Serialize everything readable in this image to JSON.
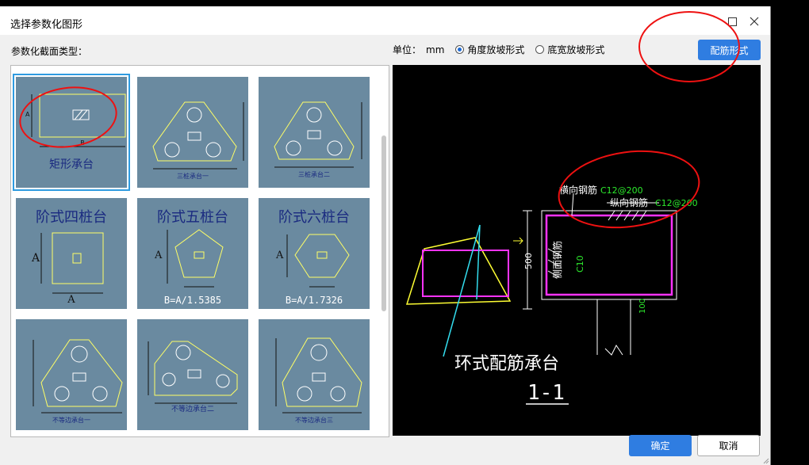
{
  "dialog": {
    "title": "选择参数化图形",
    "section_label": "参数化截面类型：",
    "unit_label": "单位：",
    "unit_value": "mm",
    "options": [
      {
        "label": "角度放坡形式",
        "selected": true
      },
      {
        "label": "底宽放坡形式",
        "selected": false
      }
    ],
    "rebar_button": "配筋形式",
    "ok_button": "确定",
    "cancel_button": "取消"
  },
  "gallery": {
    "items": [
      {
        "label": "矩形承台",
        "selected": true
      },
      {
        "label": "三桩承台一"
      },
      {
        "label": "三桩承台二"
      },
      {
        "label": "阶式四桩台",
        "formula": "A"
      },
      {
        "label": "阶式五桩台",
        "formula": "B=A/1.5385"
      },
      {
        "label": "阶式六桩台",
        "formula": "B=A/1.7326"
      },
      {
        "label": "不等边承台一"
      },
      {
        "label": "不等边承台二"
      },
      {
        "label": "不等边承台三"
      }
    ]
  },
  "preview": {
    "title": "环式配筋承台",
    "section": "1-1",
    "horizontal_rebar": "横向钢筋",
    "horizontal_spec": "C12@200",
    "longitudinal_rebar": "纵向钢筋",
    "longitudinal_spec": "C12@200",
    "side_rebar": "侧面钢筋",
    "side_spec": "C10",
    "dim_height": "500",
    "dim_bottom": "100"
  },
  "colors": {
    "accent": "#2f7de1",
    "card_bg": "#6a8aa0",
    "annotation": "#e11111"
  }
}
